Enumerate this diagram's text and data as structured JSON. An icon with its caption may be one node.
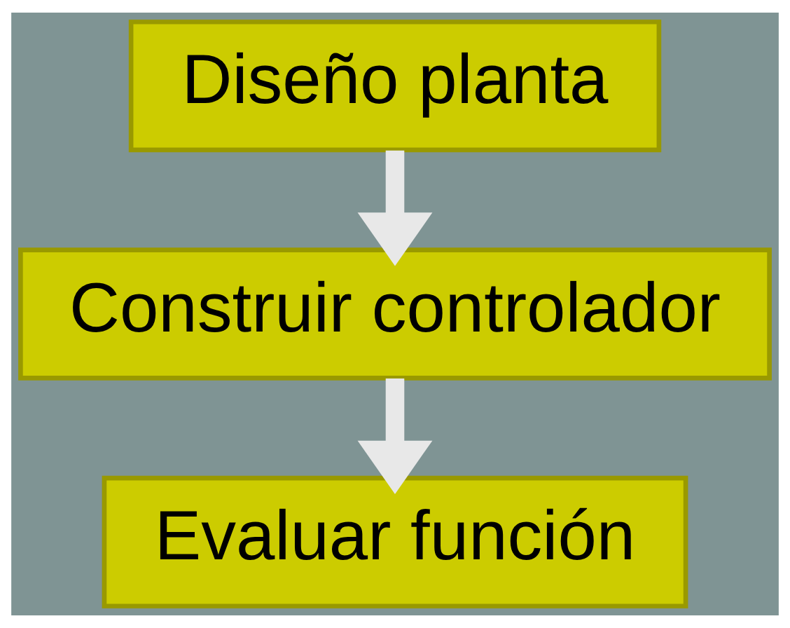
{
  "diagram": {
    "nodes": [
      {
        "text": [
          "Diseño planta"
        ]
      },
      {
        "text": [
          "Construir controlador"
        ]
      },
      {
        "text": [
          "Evaluar función"
        ]
      }
    ],
    "edges": [
      {
        "from": 0,
        "to": 1,
        "arrow": "to"
      },
      {
        "from": 1,
        "to": 2,
        "arrow": "to"
      }
    ]
  }
}
